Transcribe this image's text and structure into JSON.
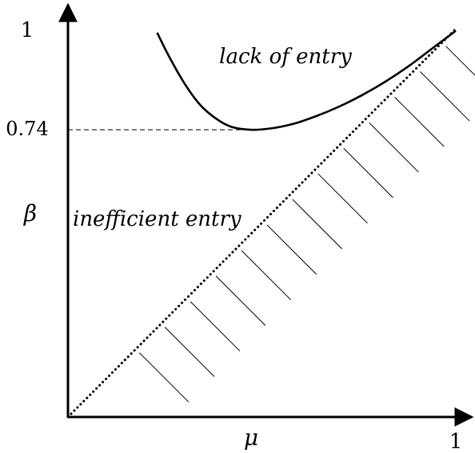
{
  "chart_data": {
    "type": "line",
    "title": "",
    "xlabel": "μ",
    "ylabel": "β",
    "xlim": [
      0,
      1
    ],
    "ylim": [
      0,
      1
    ],
    "x_ticks": [
      {
        "value": 1,
        "label": "1"
      }
    ],
    "y_ticks": [
      {
        "value": 1,
        "label": "1"
      },
      {
        "value": 0.74,
        "label": "0.74"
      }
    ],
    "reference_lines": [
      {
        "from": [
          0,
          0.74
        ],
        "to": [
          0.47,
          0.74
        ],
        "style": "dashed"
      }
    ],
    "series": [
      {
        "style": "solid",
        "x": [
          0.23,
          0.26,
          0.3,
          0.34,
          0.38,
          0.42,
          0.47,
          0.52,
          0.58,
          0.64,
          0.7,
          0.76,
          0.82,
          0.88,
          0.94,
          1.0
        ],
        "y": [
          0.99,
          0.93,
          0.86,
          0.805,
          0.77,
          0.748,
          0.74,
          0.743,
          0.755,
          0.775,
          0.8,
          0.83,
          0.865,
          0.905,
          0.95,
          0.995
        ]
      },
      {
        "style": "dotted",
        "x": [
          0,
          1
        ],
        "y": [
          0,
          1
        ]
      }
    ],
    "shaded_region": {
      "pattern": "hatched",
      "below": "dotted",
      "hatch_count": 13
    },
    "annotations": [
      {
        "text": "lack of entry",
        "x": 0.57,
        "y": 0.91
      },
      {
        "text": "inefficient entry",
        "x": 0.02,
        "y": 0.49
      }
    ]
  }
}
